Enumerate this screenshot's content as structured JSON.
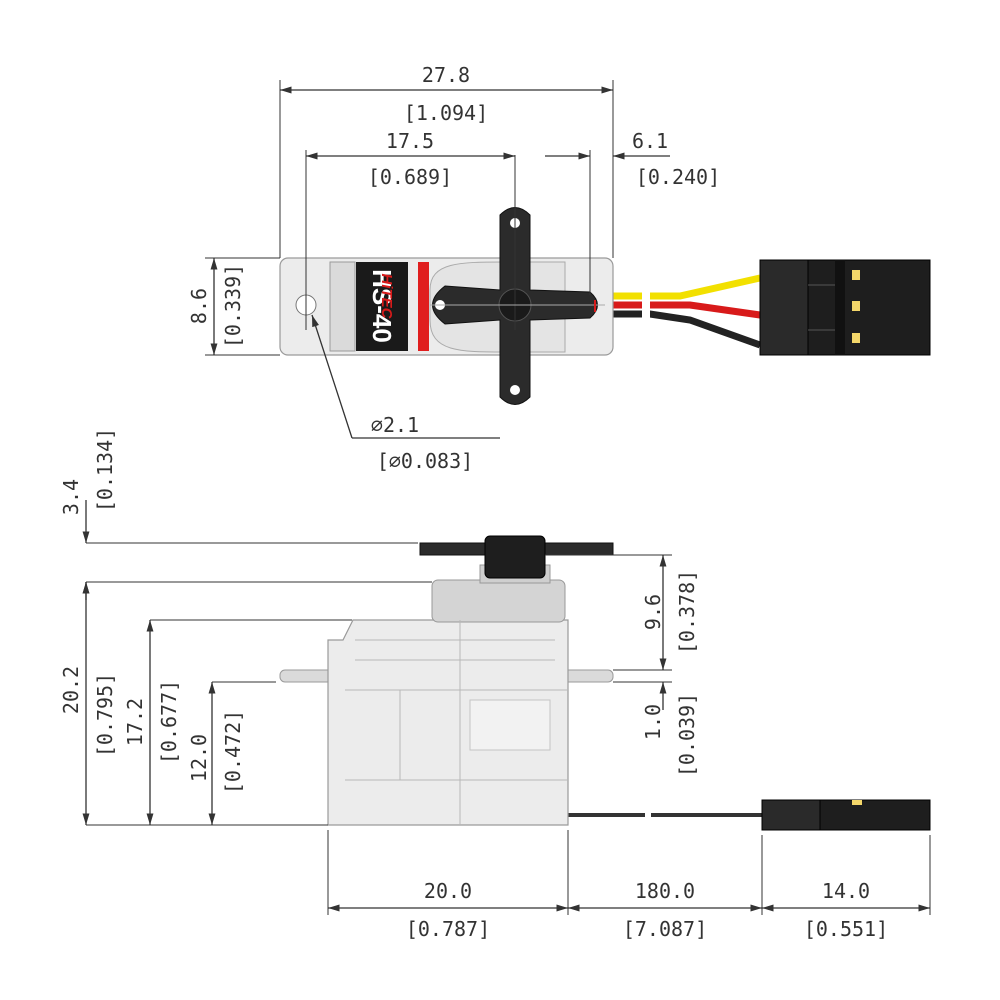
{
  "brand": {
    "logo_text": "HiTEC",
    "model": "HS-40"
  },
  "colors": {
    "wire_signal": "#f2e000",
    "wire_power": "#d81a1a",
    "wire_ground": "#222222",
    "connector": "#1e1e1e",
    "pin": "#f4d76a",
    "horn": "#2b2b2b",
    "label_bg": "#1a1a1a",
    "label_stripe": "#e01e1e",
    "case": "#ececec"
  },
  "dimensions": {
    "top_view": {
      "overall_length": {
        "mm": "27.8",
        "in": "[1.094]"
      },
      "mount_to_spline": {
        "mm": "17.5",
        "in": "[0.689]"
      },
      "spline_to_end": {
        "mm": "6.1",
        "in": "[0.240]"
      },
      "width": {
        "mm": "8.6",
        "in": "[0.339]"
      },
      "hole_diameter": {
        "mm": "∅2.1",
        "in": "[∅0.083]"
      }
    },
    "side_view": {
      "horn_height": {
        "mm": "3.4",
        "in": "[0.134]"
      },
      "overall_height": {
        "mm": "20.2",
        "in": "[0.795]"
      },
      "case_height": {
        "mm": "17.2",
        "in": "[0.677]"
      },
      "flange_height": {
        "mm": "12.0",
        "in": "[0.472]"
      },
      "top_above_flange": {
        "mm": "9.6",
        "in": "[0.378]"
      },
      "flange_thickness": {
        "mm": "1.0",
        "in": "[0.039]"
      },
      "body_length": {
        "mm": "20.0",
        "in": "[0.787]"
      },
      "lead_length": {
        "mm": "180.0",
        "in": "[7.087]"
      },
      "connector_length": {
        "mm": "14.0",
        "in": "[0.551]"
      }
    }
  }
}
